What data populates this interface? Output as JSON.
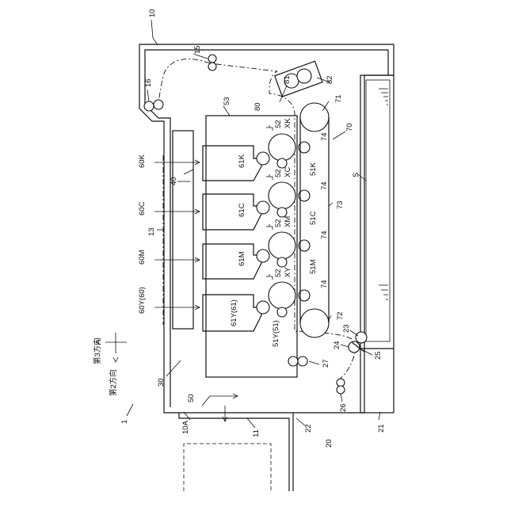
{
  "labels": {
    "device": "1",
    "housing": "10",
    "housing_opening": "10A",
    "exit_tray": "11",
    "fuser_unit": "13",
    "roller_15": "15",
    "roller_16": "16",
    "sheet_feed": "20",
    "feed_tray": "21",
    "feed_path": "22",
    "roller_23": "23",
    "roller_24": "24",
    "roller_25": "25",
    "roller_26": "26",
    "roller_27": "27",
    "space_30": "30",
    "unit_40": "40",
    "cover_50": "50",
    "frame_53": "53",
    "drum_k_num": "52",
    "drum_c_num": "52",
    "drum_m_num": "52",
    "drum_y_num": "52",
    "drum_k_code": "XK",
    "drum_c_code": "XC",
    "drum_m_code": "XM",
    "drum_y_code": "XY",
    "charger_51k": "51K",
    "charger_51c": "51C",
    "charger_51m": "51M",
    "charger_51y": "51Y(51)",
    "toner_60k": "60K",
    "toner_60c": "60C",
    "toner_60m": "60M",
    "toner_60y": "60Y(60)",
    "dev_61k": "61K",
    "dev_61c": "61C",
    "dev_61m": "61M",
    "dev_61y": "61Y(61)",
    "belt_unit": "70",
    "drive_roller": "71",
    "driven_roller": "72",
    "belt": "73",
    "transfer_k": "74",
    "transfer_c": "74",
    "transfer_m": "74",
    "transfer_y": "74",
    "fixing_unit": "80",
    "fix_roller_81": "81",
    "fix_roller_82": "82",
    "sheet": "S",
    "dir_third": "第3方向",
    "dir_second": "第2方向"
  }
}
